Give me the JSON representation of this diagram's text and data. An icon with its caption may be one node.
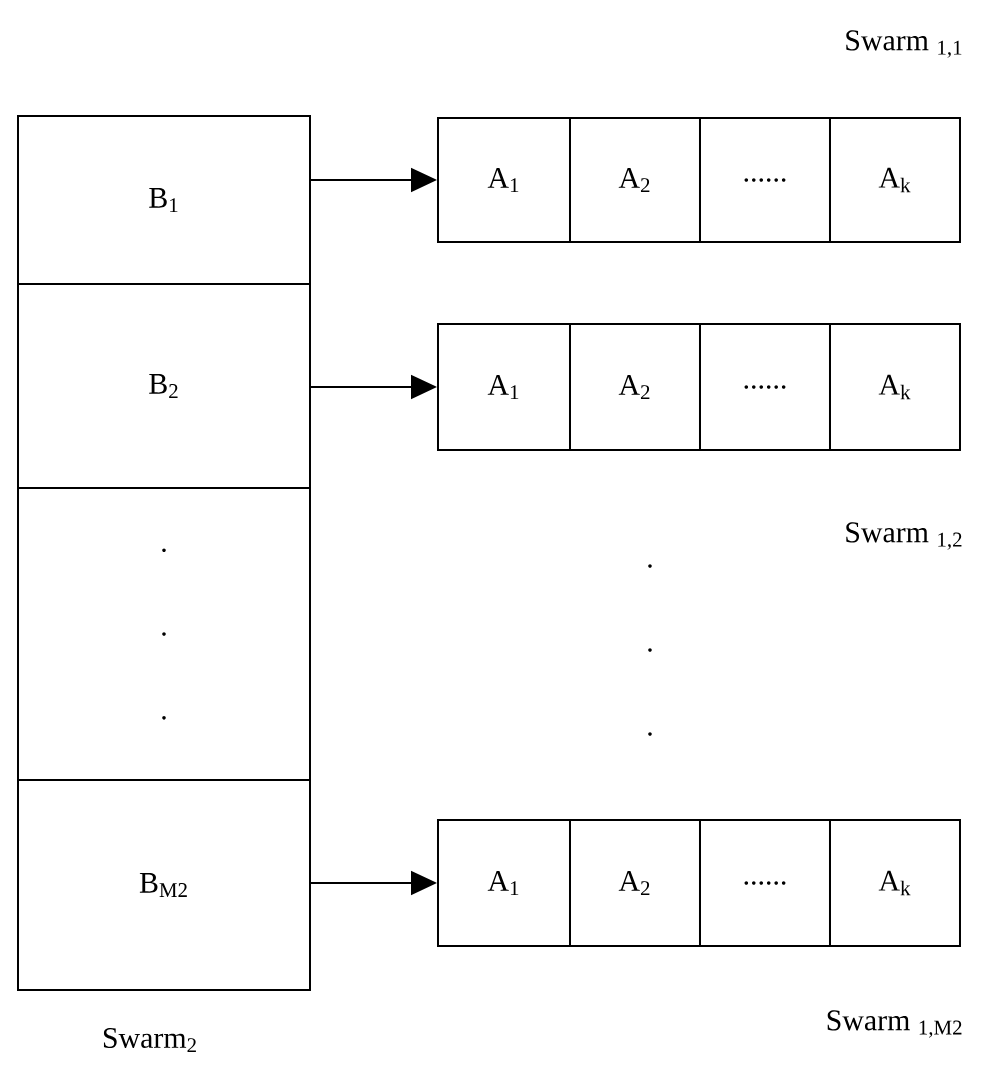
{
  "diagram": {
    "nodes": [
      {
        "text": [
          "B$_{1}$"
        ]
      },
      {
        "text": [
          "B$_{2}$"
        ]
      },
      {
        "text": [
          ".",
          ".",
          "."
        ]
      },
      {
        "text": [
          "B$_{M2}$"
        ]
      },
      {
        "text": [
          "A$_{1}$"
        ]
      },
      {
        "text": [
          "A$_{2}$"
        ]
      },
      {
        "text": [
          "......"
        ]
      },
      {
        "text": [
          "A$_{k}$"
        ],
        "beside": [
          "Swarm $_{1,1}$"
        ]
      },
      {
        "text": [
          "A$_{1}$"
        ]
      },
      {
        "text": [
          "A$_{2}$"
        ]
      },
      {
        "text": [
          "......"
        ]
      },
      {
        "text": [
          "A$_{k}$"
        ],
        "beside": [
          "Swarm $_{1,2}$"
        ]
      },
      {
        "text": [
          "A$_{1}$"
        ]
      },
      {
        "text": [
          "A$_{2}$"
        ]
      },
      {
        "text": [
          "......"
        ]
      },
      {
        "text": [
          "A$_{k}$"
        ],
        "beside": [
          "Swarm $_{1,M2}$"
        ]
      }
    ],
    "edges": [
      {
        "from": 0,
        "to": 4,
        "arrow": "to"
      },
      {
        "from": 1,
        "to": 8,
        "arrow": "to"
      },
      {
        "from": 3,
        "to": 12,
        "arrow": "to"
      }
    ],
    "labels": [
      "Swarm$_{2}$",
      ".",
      ".",
      "."
    ]
  }
}
